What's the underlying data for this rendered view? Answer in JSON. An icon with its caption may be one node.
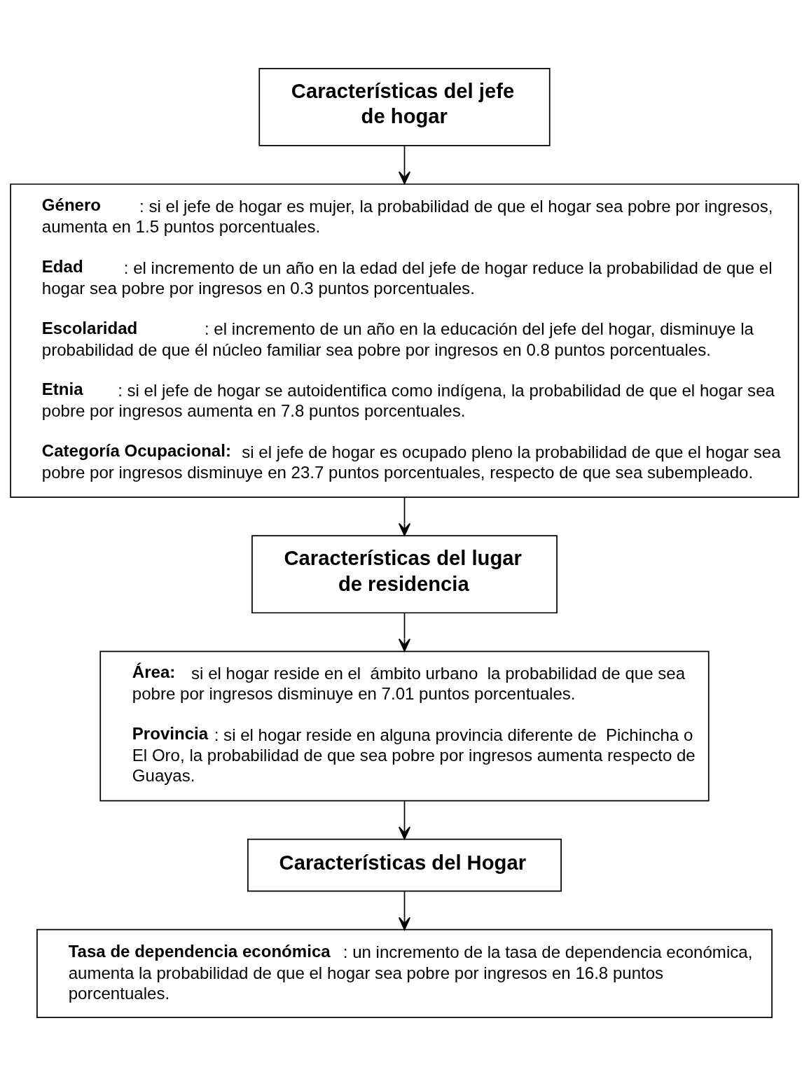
{
  "diagram": {
    "nodes": [
      {
        "text": [
          "Características del jefe de hogar"
        ]
      },
      {
        "text": [
          "**Género**: si el jefe de hogar es mujer, la probabilidad de que el hogar sea pobre por ingresos, aumenta en 1.5 puntos porcentuales.",
          "**Edad**: el incremento de un año en la edad del jefe de hogar reduce la probabilidad de que el hogar sea pobre por ingresos en 0.3 puntos porcentuales.",
          "**Escolaridad**: el incremento de un año en la educación del jefe del hogar, disminuye la probabilidad de que él núcleo familiar sea pobre por ingresos en 0.8 puntos porcentuales.",
          "**Etnia**: si el jefe de hogar se autoidentifica como indígena, la probabilidad de que el hogar sea pobre por ingresos aumenta en 7.8 puntos porcentuales.",
          "**Categoría Ocupacional:** si el jefe de hogar es ocupado pleno la probabilidad de que el hogar sea pobre por ingresos disminuye en 23.7 puntos porcentuales, respecto de que sea subempleado."
        ]
      },
      {
        "text": [
          "Características del lugar de residencia"
        ]
      },
      {
        "text": [
          "**Área:** si el hogar reside en el  ámbito urbano  la probabilidad de que sea pobre por ingresos disminuye en 7.01 puntos porcentuales.",
          "**Provincia**: si el hogar reside en alguna provincia diferente de  Pichincha o El Oro, la probabilidad de que sea pobre por ingresos aumenta respecto de Guayas."
        ]
      },
      {
        "text": [
          "Características del Hogar"
        ]
      },
      {
        "text": [
          "**Tasa de dependencia económica**: un incremento de la tasa de dependencia económica, aumenta la probabilidad de que el hogar sea pobre por ingresos en 16.8 puntos porcentuales."
        ]
      }
    ],
    "edges": [
      {
        "from": 0,
        "to": 1,
        "arrow": "to"
      },
      {
        "from": 1,
        "to": 2,
        "arrow": "to"
      },
      {
        "from": 2,
        "to": 3,
        "arrow": "to"
      },
      {
        "from": 3,
        "to": 4,
        "arrow": "to"
      },
      {
        "from": 4,
        "to": 5,
        "arrow": "to"
      }
    ]
  }
}
